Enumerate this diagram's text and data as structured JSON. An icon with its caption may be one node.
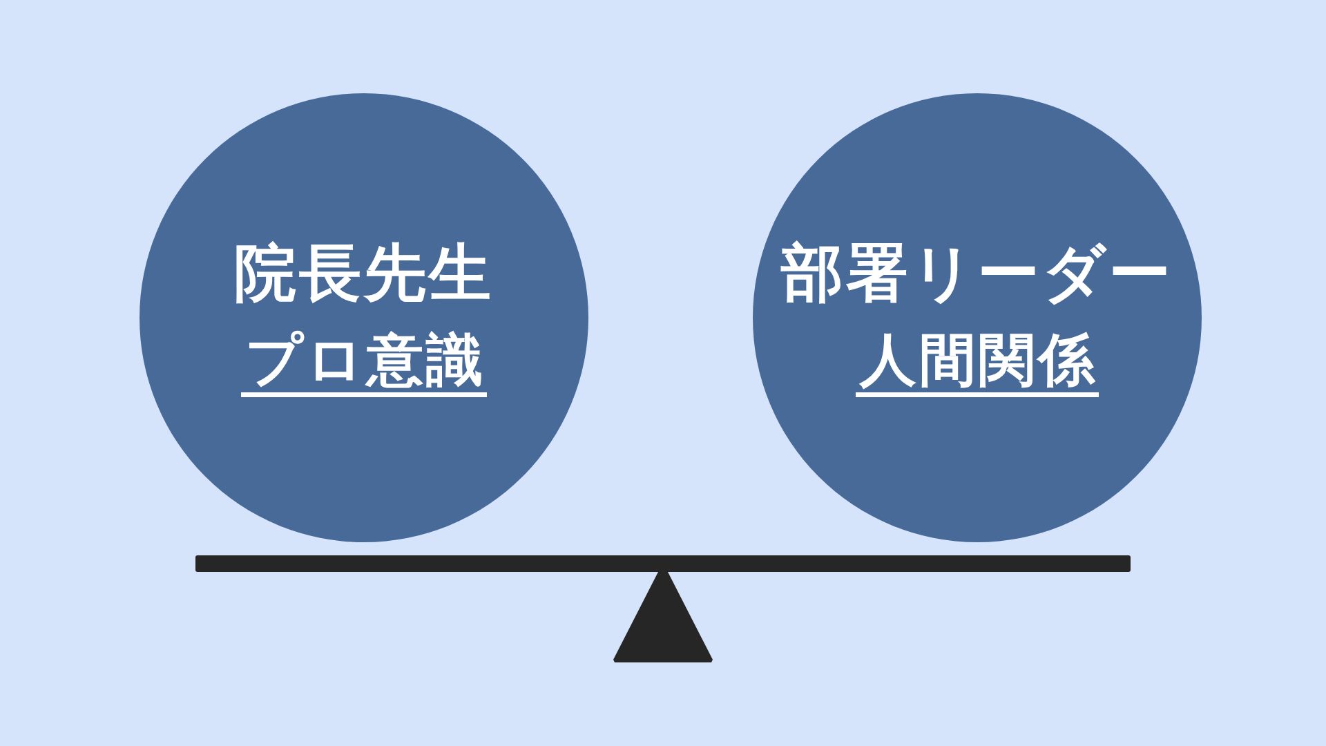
{
  "diagram": {
    "nodes": [
      {
        "text": [
          "院長先生",
          "プロ意識"
        ]
      },
      {
        "text": [
          "部署リーダー",
          "人間関係"
        ]
      }
    ]
  }
}
